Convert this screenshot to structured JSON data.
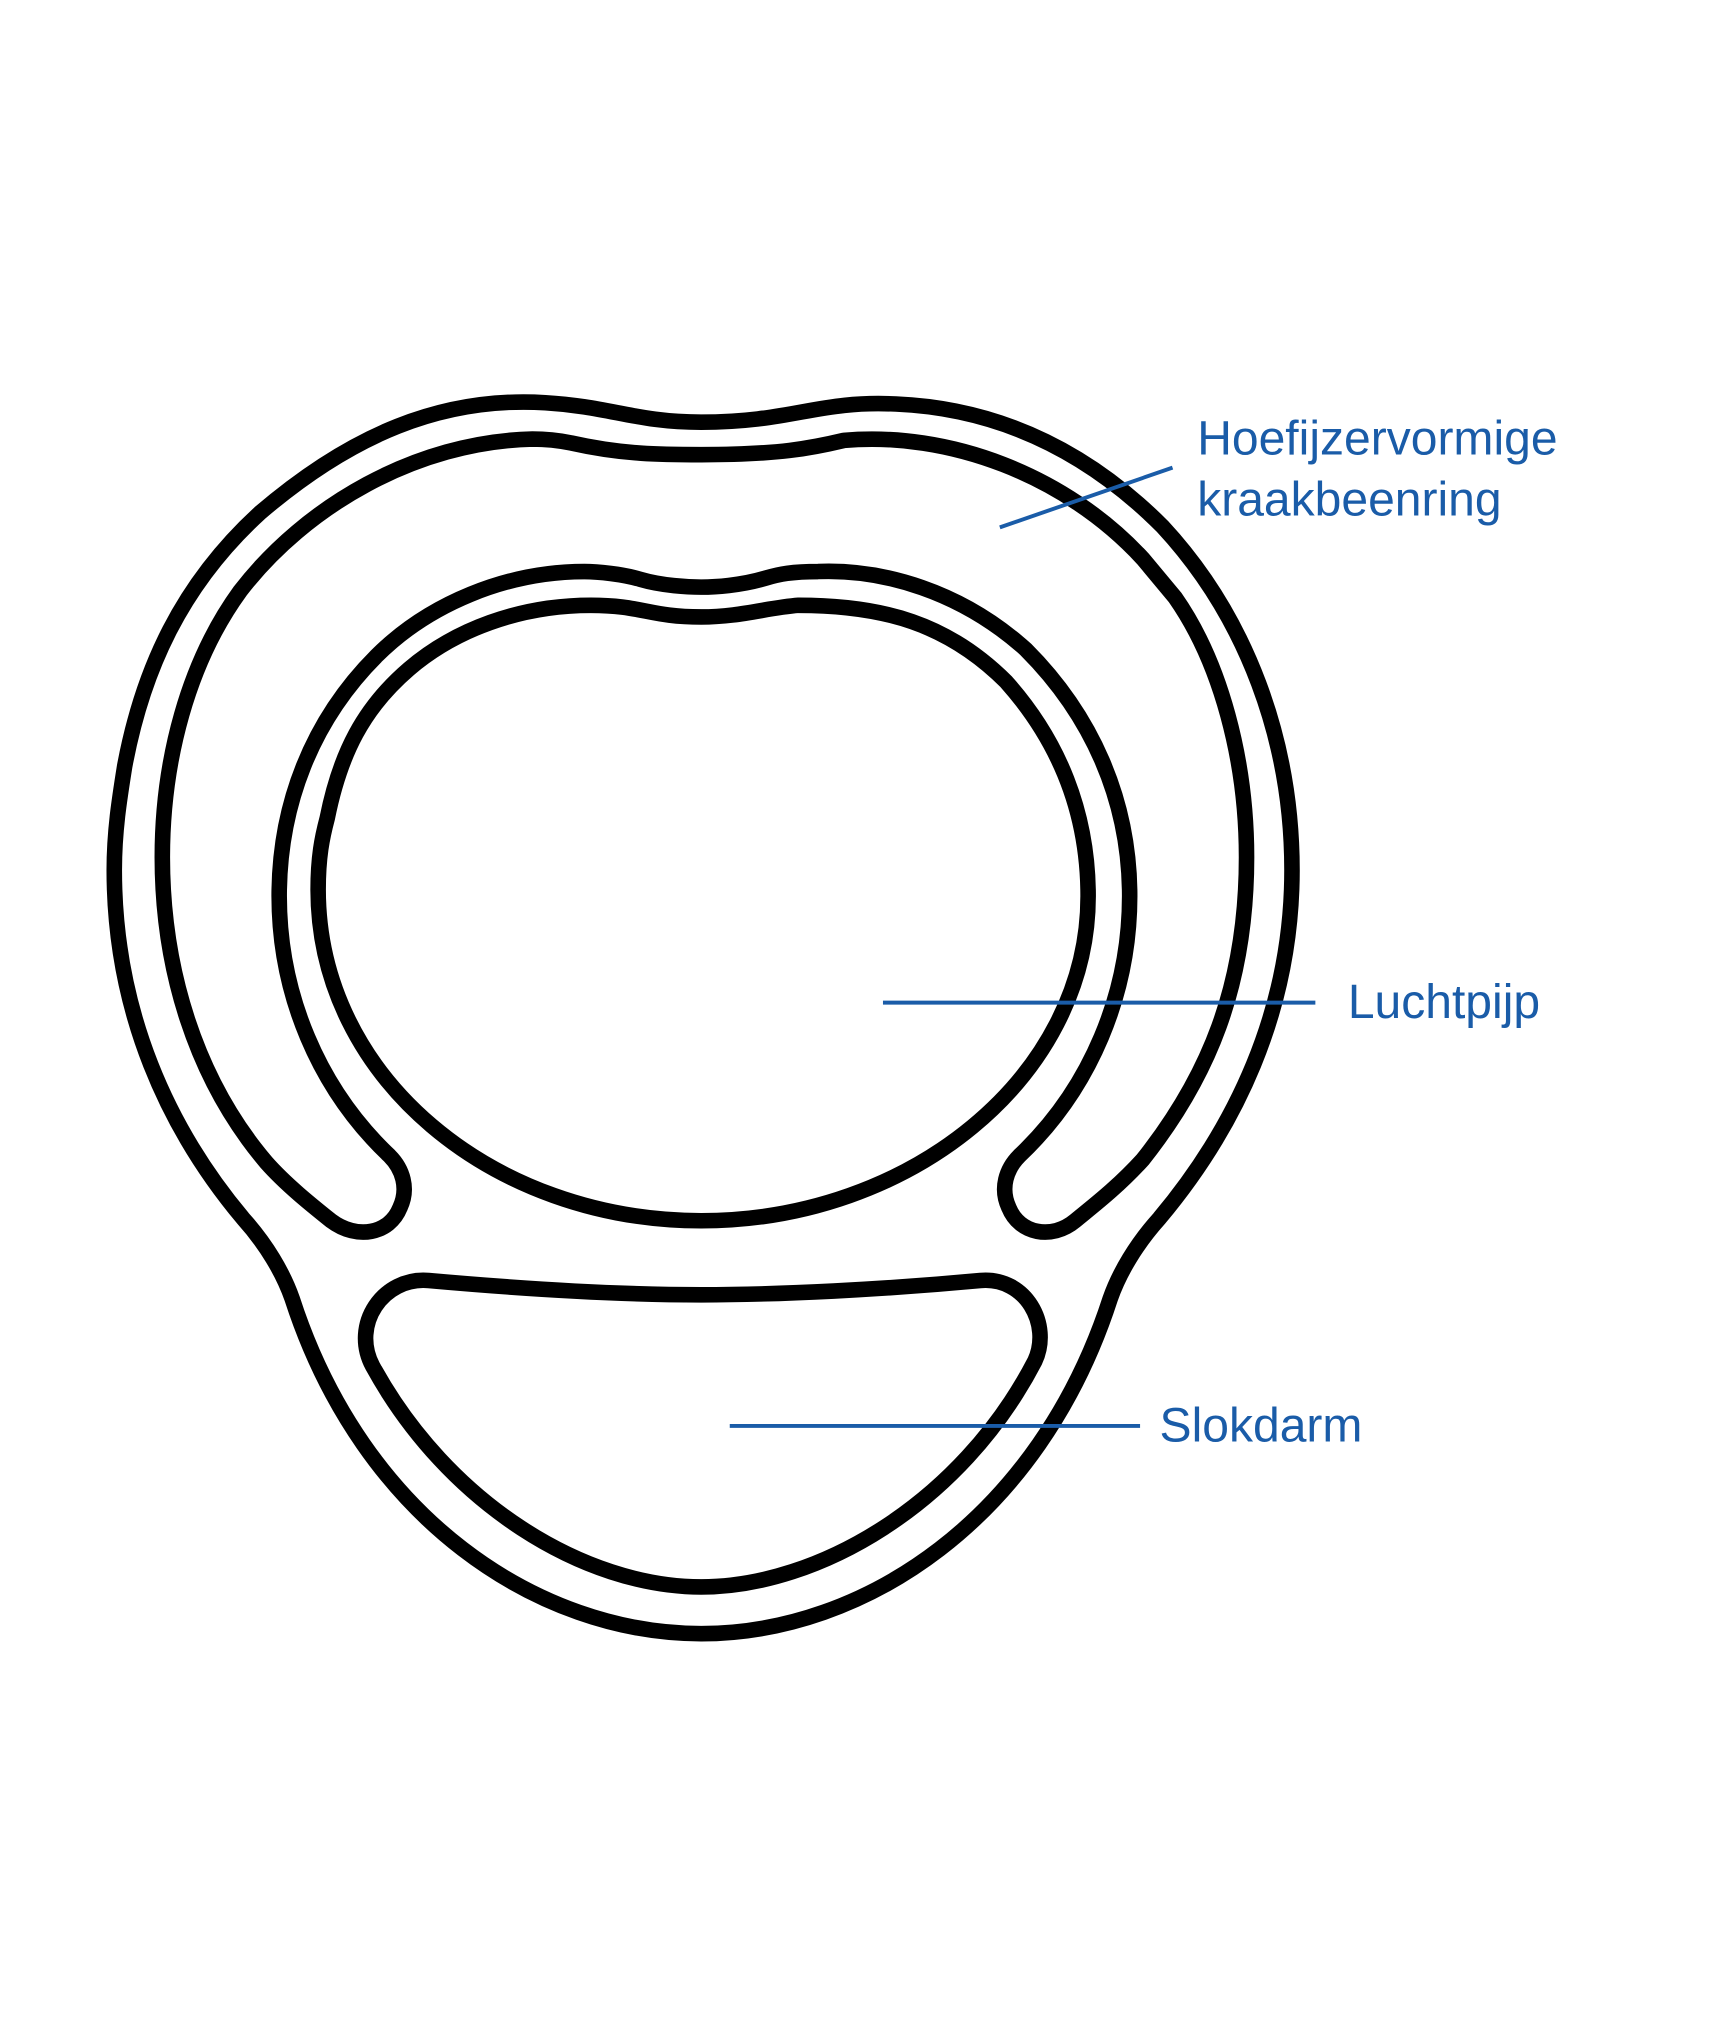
{
  "diagram": {
    "labels": {
      "ring_line1": "Hoefijzervormige",
      "ring_line2": "kraakbeenring",
      "trachea": "Luchtpijp",
      "esophagus": "Slokdarm"
    },
    "colors": {
      "outline": "#000000",
      "label": "#1a5ca8"
    }
  }
}
